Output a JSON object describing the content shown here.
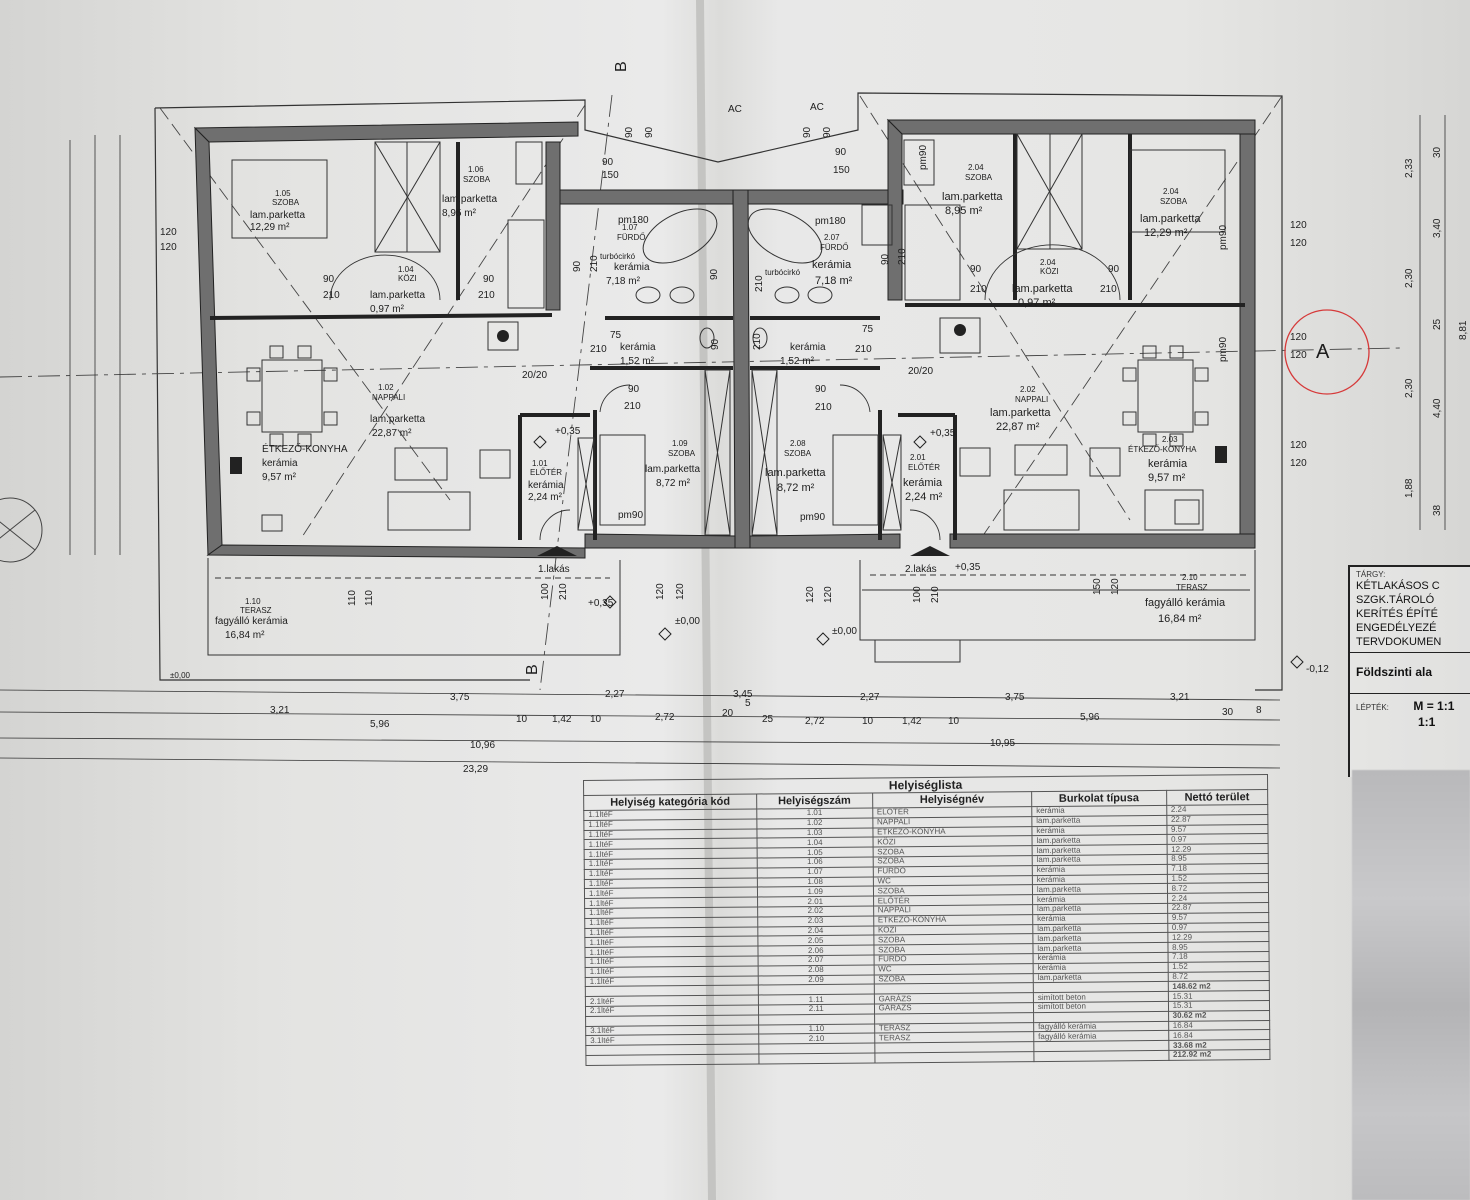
{
  "section_marks": {
    "b_top": "B",
    "b_bottom": "B",
    "a_marker": "A",
    "ac_left": "AC",
    "ac_right": "AC"
  },
  "rooms": {
    "r101": {
      "num": "1.01",
      "name": "ELŐTÉR",
      "finish": "kerámia",
      "area": "2,24 m²"
    },
    "r102": {
      "num": "1.02",
      "name": "NAPPALI",
      "finish": "lam.parketta",
      "area": "22,87 m²"
    },
    "r103": {
      "num": "1.03",
      "name": "ÉTKEZŐ-KONYHA",
      "finish": "kerámia",
      "area": "9,57 m²"
    },
    "r104": {
      "num": "1.04",
      "name": "KÖZI",
      "finish": "lam.parketta",
      "area": "0,97 m²"
    },
    "r105": {
      "num": "1.05",
      "name": "SZOBA",
      "finish": "lam.parketta",
      "area": "12,29 m²"
    },
    "r106": {
      "num": "1.06",
      "name": "SZOBA",
      "finish": "lam.parketta",
      "area": "8,95 m²"
    },
    "r107": {
      "num": "1.07",
      "name": "FÜRDŐ",
      "finish": "kerámia",
      "area": "7,18 m²"
    },
    "r108": {
      "num": "1.08",
      "name": "WC",
      "finish": "kerámia",
      "area": "1,52 m²"
    },
    "r109": {
      "num": "1.09",
      "name": "SZOBA",
      "finish": "lam.parketta",
      "area": "8,72 m²"
    },
    "r110": {
      "num": "1.10",
      "name": "TERASZ",
      "finish": "fagyálló kerámia",
      "area": "16,84 m²"
    },
    "r201": {
      "num": "2.01",
      "name": "ELŐTÉR",
      "finish": "kerámia",
      "area": "2,24 m²"
    },
    "r202": {
      "num": "2.02",
      "name": "NAPPALI",
      "finish": "lam.parketta",
      "area": "22,87 m²"
    },
    "r203": {
      "num": "2.03",
      "name": "ÉTKEZŐ-KONYHA",
      "finish": "kerámia",
      "area": "9,57 m²"
    },
    "r204": {
      "num": "2.04",
      "name": "KÖZI",
      "finish": "lam.parketta",
      "area": "0,97 m²"
    },
    "r205": {
      "num": "2.04",
      "name": "SZOBA",
      "finish": "lam.parketta",
      "area": "12,29 m²"
    },
    "r206": {
      "num": "2.04",
      "name": "SZOBA",
      "finish": "lam.parketta",
      "area": "8,95 m²"
    },
    "r207": {
      "num": "2.07",
      "name": "FÜRDŐ",
      "finish": "kerámia",
      "area": "7,18 m²"
    },
    "r208": {
      "num": "2.08",
      "name": "",
      "finish": "kerámia",
      "area": "1,52 m²"
    },
    "r209": {
      "num": "2.08",
      "name": "SZOBA",
      "finish": "lam.parketta",
      "area": "8,72 m²"
    },
    "r210": {
      "num": "2.10",
      "name": "TERASZ",
      "finish": "fagyálló kerámia",
      "area": "16,84 m²"
    }
  },
  "fixtures": {
    "pm180_left": "pm180",
    "pm180_right": "pm180",
    "pm90_top": "pm90",
    "pm90_right": "pm90",
    "pm90_left_mid": "pm90",
    "pm90_right_mid": "pm90",
    "pm90_a": "pm90",
    "turbo_left": "turbócirkó",
    "turbo_right": "turbócirkó",
    "entry1": "1.lakás",
    "entry2": "2.lakás"
  },
  "levels": {
    "l1": "+0,35",
    "l2": "+0,35",
    "l3": "+0,35",
    "l4": "±0,00",
    "l5": "±0,00",
    "l6": "-0,12",
    "l7": "+0,35",
    "l8": "±0,00",
    "l9": "20/20",
    "l10": "20/20"
  },
  "openings": {
    "o1": "90",
    "o2": "150",
    "o3": "90",
    "o4": "150",
    "o5": "90",
    "o6": "90",
    "o7": "90",
    "o8": "210",
    "o9": "90",
    "o10": "210",
    "o11": "75",
    "o12": "210",
    "o13": "75",
    "o14": "210",
    "o15": "90",
    "o16": "210",
    "o17": "90",
    "o18": "210",
    "o19": "120",
    "o20": "120",
    "o21": "120",
    "o22": "120",
    "o23": "120",
    "o24": "120",
    "o25": "120",
    "o26": "120",
    "o27": "120",
    "o28": "120",
    "o29": "100",
    "o30": "210",
    "o31": "100",
    "o32": "210",
    "o33": "150",
    "o34": "120",
    "o35": "90",
    "o36": "210",
    "o37": "90",
    "o38": "210",
    "o39": "90",
    "o40": "210",
    "o41": "90",
    "o42": "210",
    "o43": "110",
    "o44": "110",
    "o45": "120",
    "o46": "120",
    "o47": "90",
    "o48": "210",
    "o49": "90",
    "o50": "210",
    "o51": "90",
    "o52": "90"
  },
  "dims": {
    "row1": [
      "3,21",
      "3,75",
      "2,27",
      "3,45",
      "2,27",
      "3,75",
      "3,21"
    ],
    "row2": [
      "5,96",
      "10",
      "1,42",
      "10",
      "2,72",
      "20",
      "5",
      "25",
      "2,72",
      "10",
      "1,42",
      "10",
      "5,96",
      "30",
      "8"
    ],
    "row3": [
      "10,96",
      "10,95"
    ],
    "row4": [
      "23,29"
    ],
    "right": [
      "30",
      "2,33",
      "3,40",
      "2,30",
      "25",
      "8,81",
      "2,30",
      "4,40",
      "1,88",
      "38"
    ]
  },
  "titleblock": {
    "targy_label": "TÁRGY:",
    "lines": [
      "KÉTLAKÁSOS C",
      "SZGK.TÁROLÓ",
      "KERÍTÉS ÉPÍTÉ",
      "ENGEDÉLYEZÉ",
      "TERVDOKUMEN"
    ],
    "sheet_title": "Földszinti ala",
    "leptek_label": "LÉPTÉK:",
    "scale": "M = 1:1",
    "scale2": "1:1"
  },
  "room_table": {
    "title": "Helyiséglista",
    "headers": [
      "Helyiség kategória kód",
      "Helyiségszám",
      "Helyiségnév",
      "Burkolat típusa",
      "Nettó terület"
    ],
    "rows": [
      [
        "1.1ltéF",
        "1.01",
        "ELŐTÉR",
        "kerámia",
        "2.24"
      ],
      [
        "1.1ltéF",
        "1.02",
        "NAPPALI",
        "lam.parketta",
        "22.87"
      ],
      [
        "1.1ltéF",
        "1.03",
        "ÉTKEZŐ-KONYHA",
        "kerámia",
        "9.57"
      ],
      [
        "1.1ltéF",
        "1.04",
        "KÖZI",
        "lam.parketta",
        "0.97"
      ],
      [
        "1.1ltéF",
        "1.05",
        "SZOBA",
        "lam.parketta",
        "12.29"
      ],
      [
        "1.1ltéF",
        "1.06",
        "SZOBA",
        "lam.parketta",
        "8.95"
      ],
      [
        "1.1ltéF",
        "1.07",
        "FÜRDŐ",
        "kerámia",
        "7.18"
      ],
      [
        "1.1ltéF",
        "1.08",
        "WC",
        "kerámia",
        "1.52"
      ],
      [
        "1.1ltéF",
        "1.09",
        "SZOBA",
        "lam.parketta",
        "8.72"
      ],
      [
        "1.1ltéF",
        "2.01",
        "ELŐTÉR",
        "kerámia",
        "2.24"
      ],
      [
        "1.1ltéF",
        "2.02",
        "NAPPALI",
        "lam.parketta",
        "22.87"
      ],
      [
        "1.1ltéF",
        "2.03",
        "ÉTKEZŐ-KONYHA",
        "kerámia",
        "9.57"
      ],
      [
        "1.1ltéF",
        "2.04",
        "KÖZI",
        "lam.parketta",
        "0.97"
      ],
      [
        "1.1ltéF",
        "2.05",
        "SZOBA",
        "lam.parketta",
        "12.29"
      ],
      [
        "1.1ltéF",
        "2.06",
        "SZOBA",
        "lam.parketta",
        "8.95"
      ],
      [
        "1.1ltéF",
        "2.07",
        "FÜRDŐ",
        "kerámia",
        "7.18"
      ],
      [
        "1.1ltéF",
        "2.08",
        "WC",
        "kerámia",
        "1.52"
      ],
      [
        "1.1ltéF",
        "2.09",
        "SZOBA",
        "lam.parketta",
        "8.72"
      ],
      [
        "",
        "",
        "",
        "",
        "148.62 m2"
      ],
      [
        "2.1ltéF",
        "1.11",
        "GARÁZS",
        "simított beton",
        "15.31"
      ],
      [
        "2.1ltéF",
        "2.11",
        "GARÁZS",
        "simított beton",
        "15.31"
      ],
      [
        "",
        "",
        "",
        "",
        "30.62 m2"
      ],
      [
        "3.1ltéF",
        "1.10",
        "TERASZ",
        "fagyálló kerámia",
        "16.84"
      ],
      [
        "3.1ltéF",
        "2.10",
        "TERASZ",
        "fagyálló kerámia",
        "16.84"
      ],
      [
        "",
        "",
        "",
        "",
        "33.68 m2"
      ],
      [
        "",
        "",
        "",
        "",
        "212.92 m2"
      ]
    ]
  },
  "colors": {
    "ink": "#1d1d1d",
    "wall_fill": "#6f6f6f",
    "annotation": "#d63a3a"
  }
}
